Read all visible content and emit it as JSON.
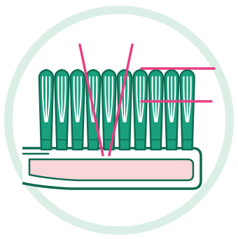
{
  "illustration": {
    "icon": "toothbrush-head-icon",
    "colors": {
      "background": "#ffffff",
      "ring": "#dcefe6",
      "bristle_fill": "#1aa07d",
      "bristle_outline": "#0f6a52",
      "bristle_highlight": "#ffffff",
      "handle_fill": "#f9d6d8",
      "handle_outline": "#0f6a52",
      "annotation_line": "#e83e83"
    },
    "bristle_tuft_count": 10,
    "annotations": {
      "angled_lines": 2,
      "horizontal_lines": 2
    }
  }
}
